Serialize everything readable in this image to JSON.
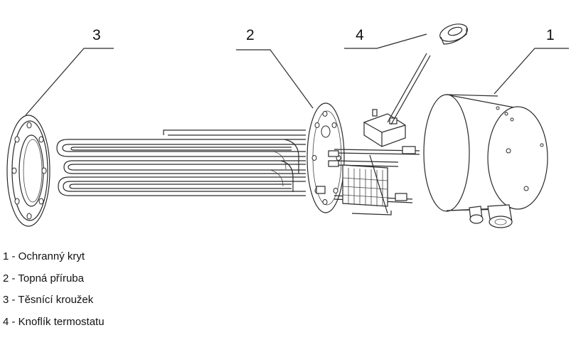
{
  "callouts": [
    {
      "number": "1"
    },
    {
      "number": "2"
    },
    {
      "number": "3"
    },
    {
      "number": "4"
    }
  ],
  "legend": [
    "1 - Ochranný kryt",
    "2 - Topná příruba",
    "3 - Těsnící kroužek",
    "4 - Knoflík termostatu"
  ]
}
